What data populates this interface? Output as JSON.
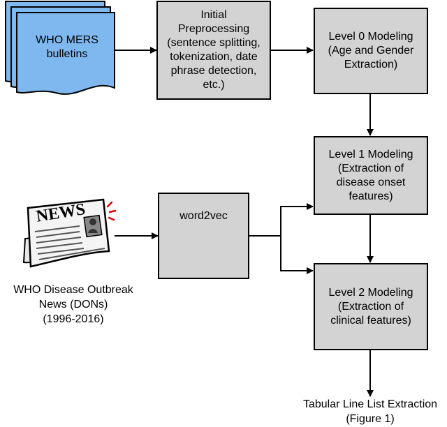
{
  "nodes": {
    "mers_bulletins": {
      "lines": [
        "WHO MERS",
        "bulletins"
      ],
      "fill": "#7eb8ef"
    },
    "preprocessing": {
      "lines": [
        "Initial",
        "Preprocessing",
        "(sentence splitting,",
        "tokenization, date",
        "phrase detection,",
        "etc.)"
      ]
    },
    "level0": {
      "lines": [
        "Level 0 Modeling",
        "(Age and Gender",
        "Extraction)"
      ]
    },
    "level1": {
      "lines": [
        "Level 1 Modeling",
        "(Extraction of",
        "disease onset",
        "features)"
      ]
    },
    "word2vec": {
      "lines": [
        "word2vec"
      ]
    },
    "level2": {
      "lines": [
        "Level 2 Modeling",
        "(Extraction of",
        "clinical features)"
      ]
    },
    "news_icon": {
      "headline": "NEWS"
    },
    "dons": {
      "lines": [
        "WHO Disease Outbreak",
        "News (DONs)",
        "(1996-2016)"
      ]
    },
    "output": {
      "lines": [
        "Tabular Line List Extraction",
        "(Figure 1)"
      ]
    }
  },
  "colors": {
    "box_fill": "#d3d3d3",
    "doc_fill": "#7eb8ef",
    "stroke": "#000000"
  }
}
